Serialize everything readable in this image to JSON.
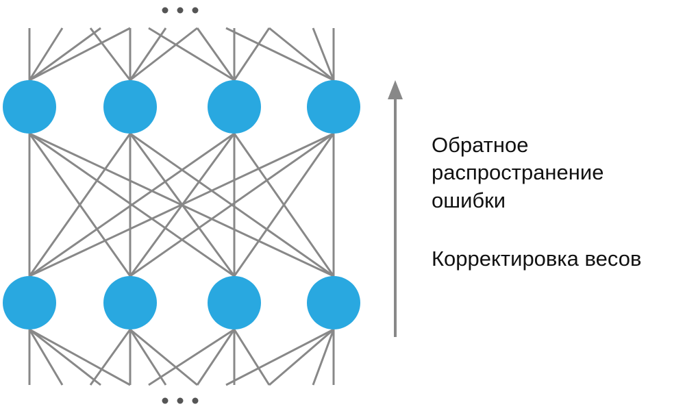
{
  "labels": {
    "backprop_line1": "Обратное",
    "backprop_line2": "распространение",
    "backprop_line3": "ошибки",
    "weights": "Корректировка весов"
  },
  "colors": {
    "node": "#29a8e0",
    "edge": "#888888",
    "dots": "#555555"
  },
  "layers": [
    {
      "nodes": 4
    },
    {
      "nodes": 4
    }
  ]
}
